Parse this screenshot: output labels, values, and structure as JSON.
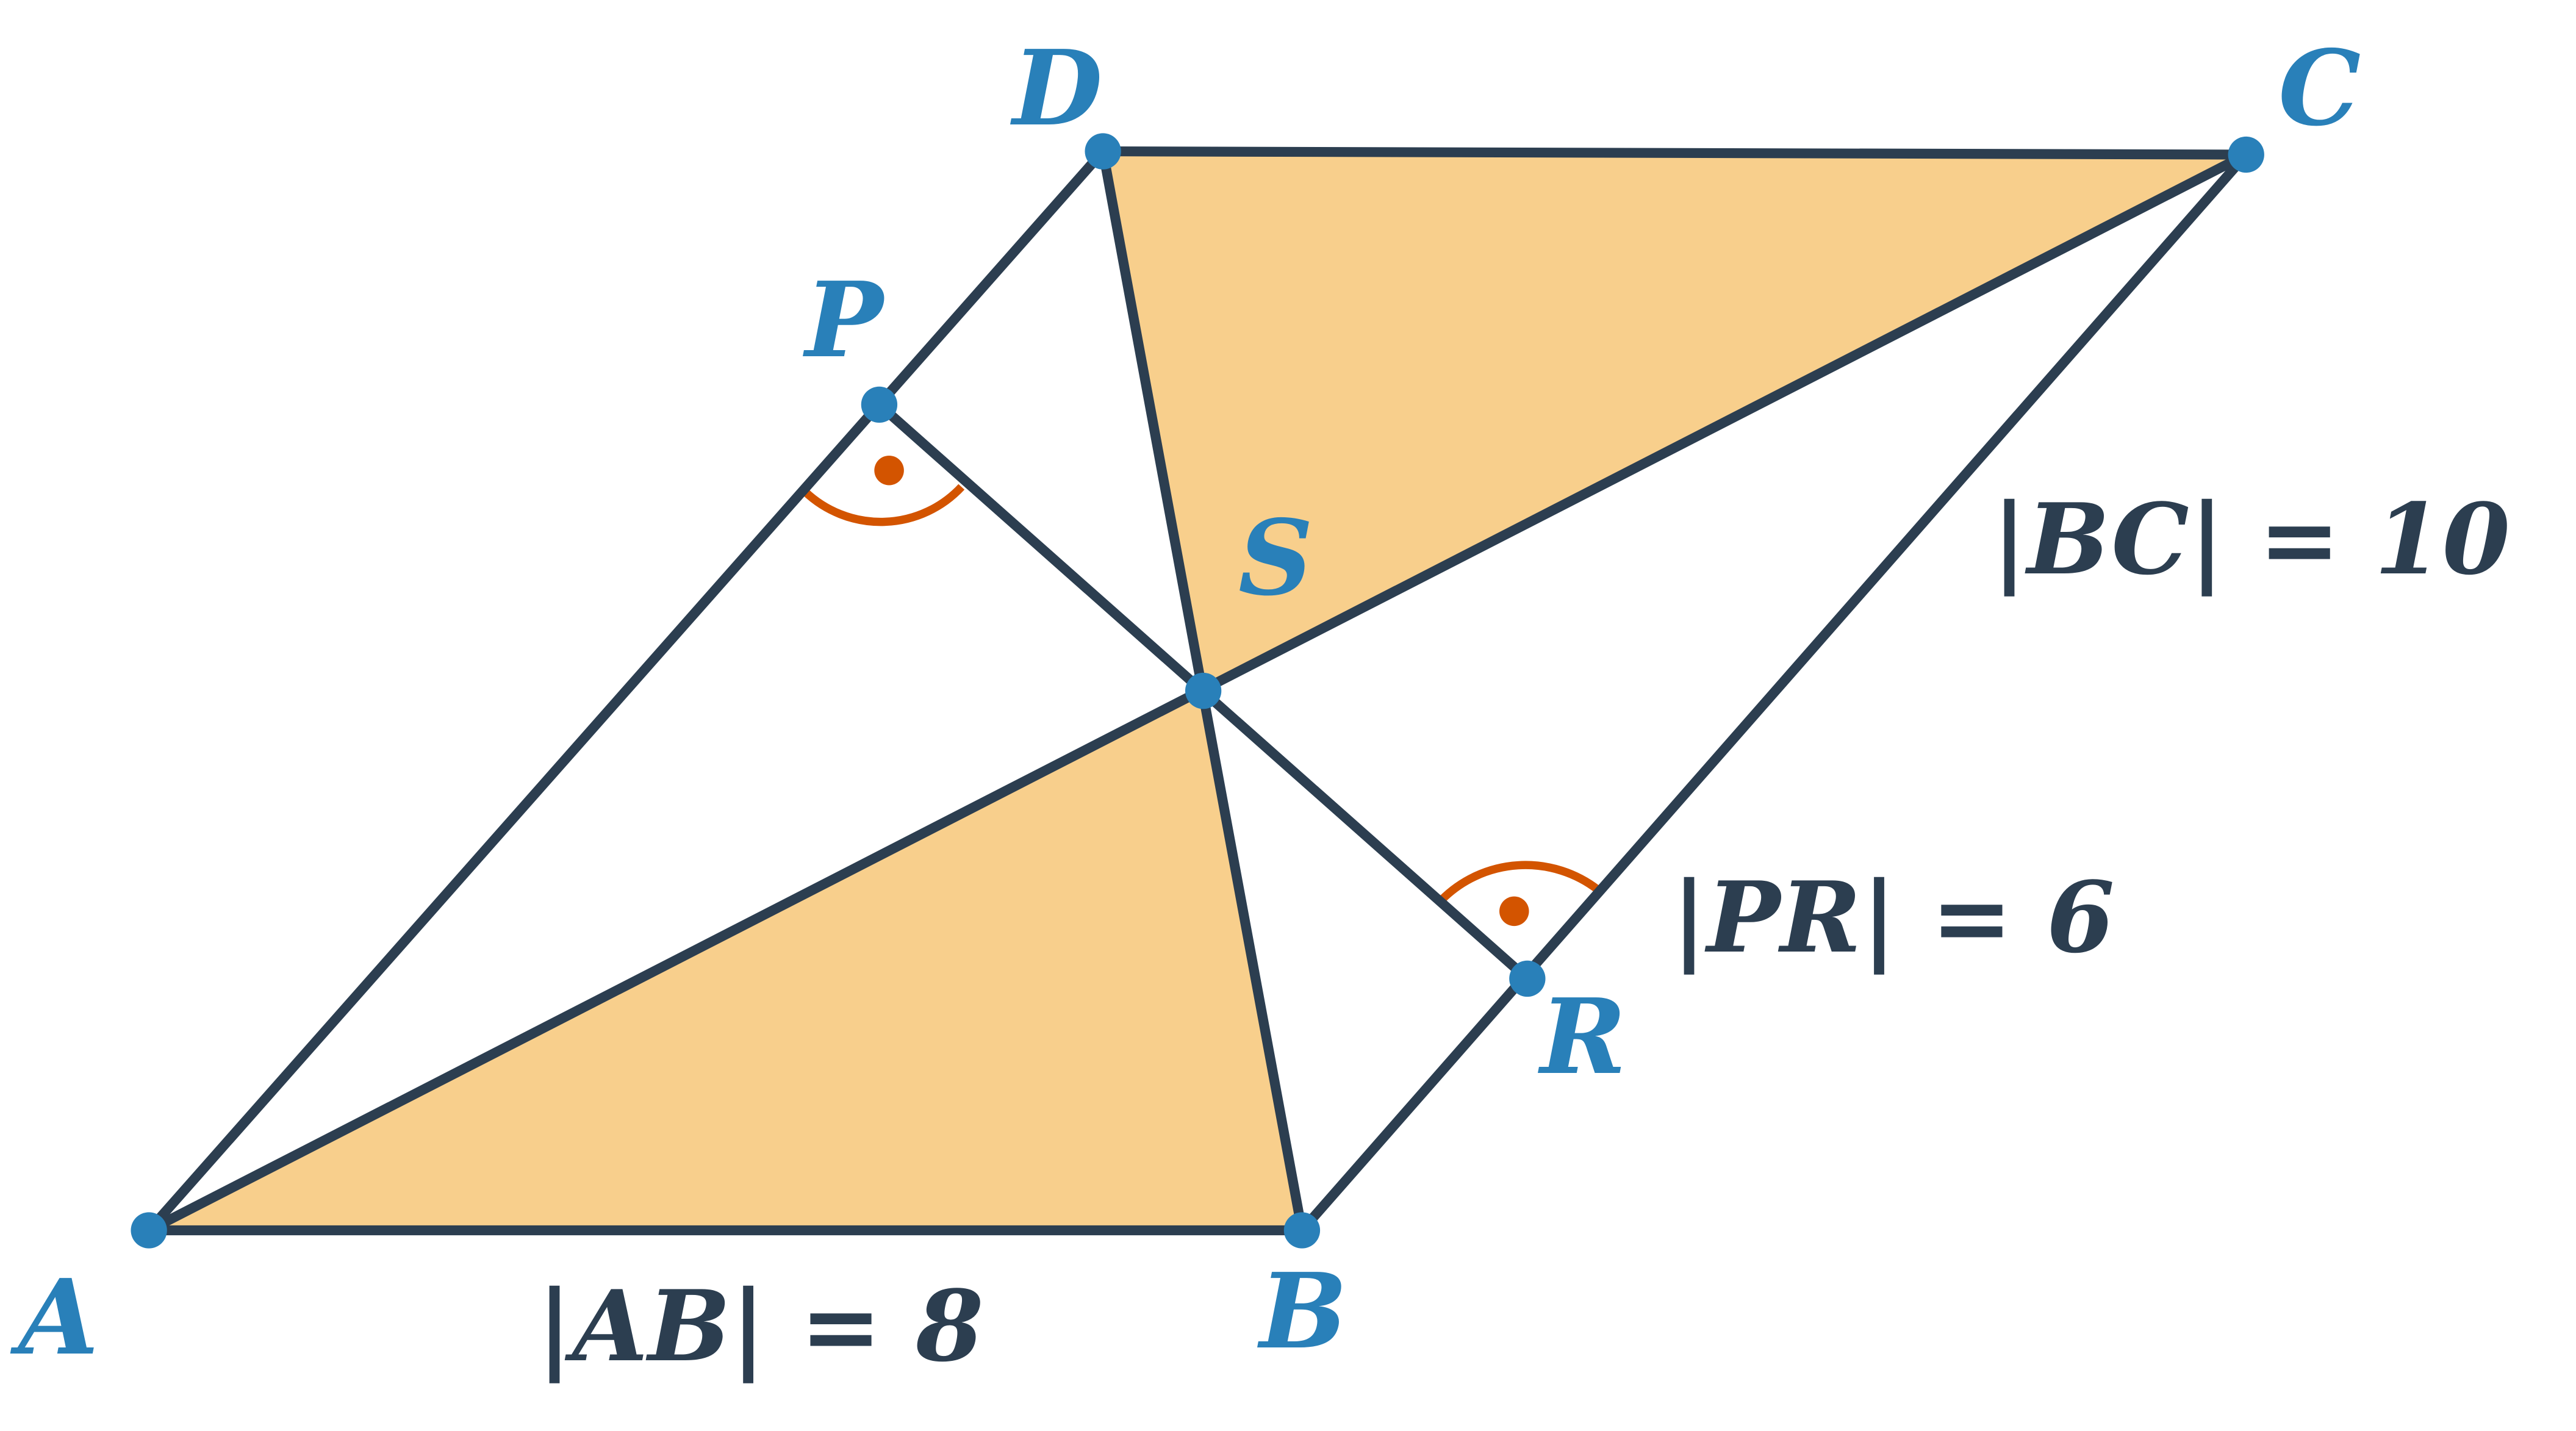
{
  "colors": {
    "stroke": "#2c3e50",
    "point": "#2980b9",
    "fill": "#f8cf8c",
    "angle_mark": "#d35400",
    "label": "#2980b9",
    "measure_text": "#2c3e50"
  },
  "points": [
    {
      "id": "A",
      "label": "A"
    },
    {
      "id": "B",
      "label": "B"
    },
    {
      "id": "C",
      "label": "C"
    },
    {
      "id": "D",
      "label": "D"
    },
    {
      "id": "P",
      "label": "P"
    },
    {
      "id": "R",
      "label": "R"
    },
    {
      "id": "S",
      "label": "S"
    }
  ],
  "measurements": {
    "ab": "|AB| = 8",
    "bc": "|BC| = 10",
    "pr": "|PR| = 6"
  },
  "right_angles": [
    "P",
    "R"
  ],
  "shaded_triangles": [
    "ABS",
    "CDS"
  ]
}
